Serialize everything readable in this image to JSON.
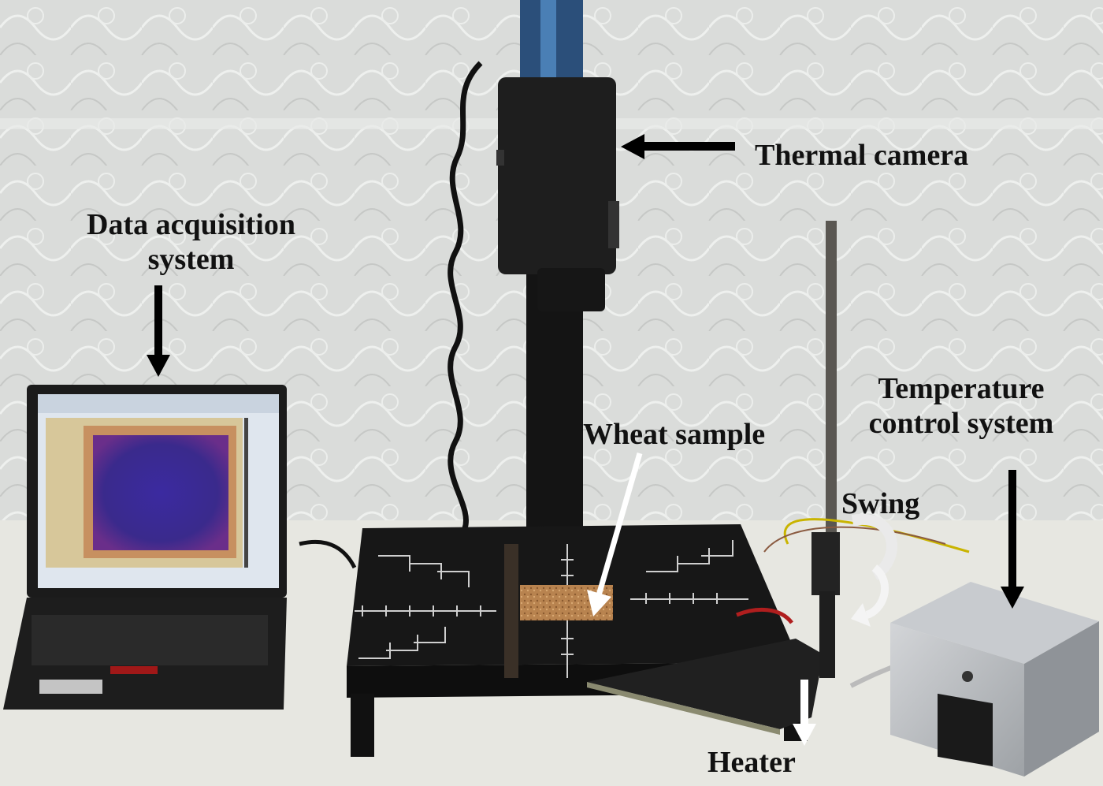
{
  "labels": {
    "data_acquisition_line1": "Data acquisition",
    "data_acquisition_line2": "system",
    "thermal_camera": "Thermal camera",
    "wheat_sample": "Wheat sample",
    "temperature_control_line1": "Temperature",
    "temperature_control_line2": "control system",
    "swing": "Swing",
    "heater": "Heater"
  },
  "colors": {
    "background_fabric": "#dcdedc",
    "table": "#e9e9e3",
    "equipment_black": "#151515",
    "blue_rail": "#2b4f7a",
    "thermal_image_purple": "#3a2a8a",
    "wheat_sample": "#b8834f",
    "metal_box": "#b9bcc0",
    "arrow_black": "#000000",
    "arrow_white": "#ffffff"
  }
}
